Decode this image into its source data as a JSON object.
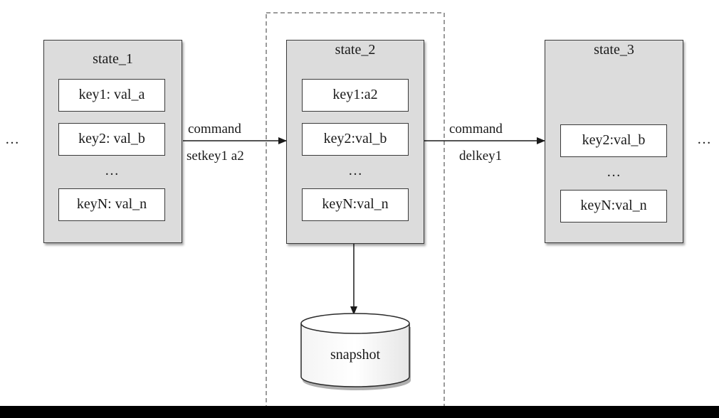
{
  "states": [
    {
      "title": "state_1",
      "items": [
        "key1: val_a",
        "key2: val_b",
        "…",
        "keyN: val_n"
      ]
    },
    {
      "title": "state_2",
      "items": [
        "key1:a2",
        "key2:val_b",
        "…",
        "keyN:val_n"
      ]
    },
    {
      "title": "state_3",
      "items": [
        "key2:val_b",
        "…",
        "keyN:val_n"
      ]
    }
  ],
  "transitions": [
    {
      "label_top": "command",
      "label_bottom": "setkey1 a2"
    },
    {
      "label_top": "command",
      "label_bottom": "delkey1"
    }
  ],
  "snapshot": {
    "label": "snapshot"
  },
  "side_ellipsis": {
    "left": "…",
    "right": "…"
  }
}
